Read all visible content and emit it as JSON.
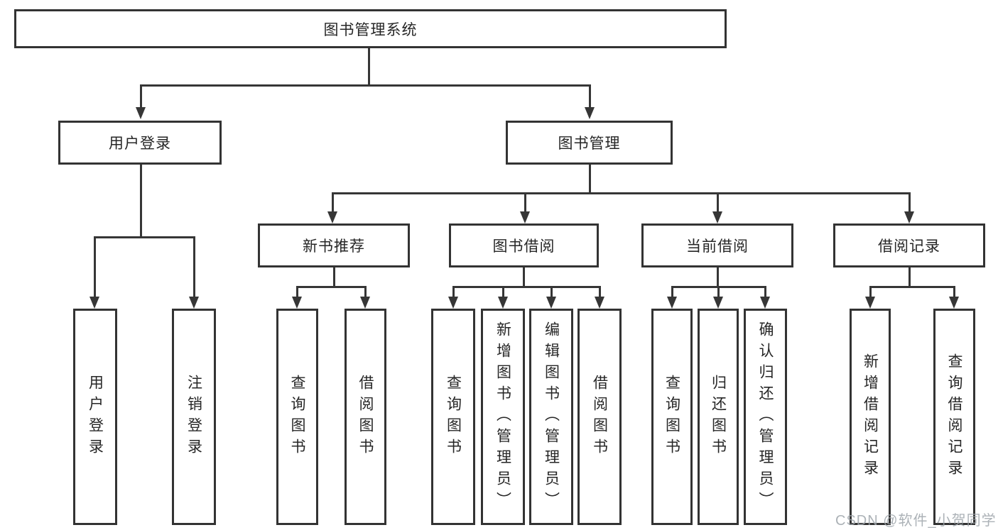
{
  "diagram": {
    "root": {
      "label": "图书管理系统"
    },
    "user_login": {
      "label": "用户登录",
      "children": [
        {
          "label": "用户登录"
        },
        {
          "label": "注销登录"
        }
      ]
    },
    "book_mgmt": {
      "label": "图书管理",
      "groups": [
        {
          "label": "新书推荐",
          "children": [
            {
              "label": "查询图书"
            },
            {
              "label": "借阅图书"
            }
          ]
        },
        {
          "label": "图书借阅",
          "children": [
            {
              "label": "查询图书"
            },
            {
              "label": "新增图书（管理员）"
            },
            {
              "label": "编辑图书（管理员）"
            },
            {
              "label": "借阅图书"
            }
          ]
        },
        {
          "label": "当前借阅",
          "children": [
            {
              "label": "查询图书"
            },
            {
              "label": "归还图书"
            },
            {
              "label": "确认归还（管理员）"
            }
          ]
        },
        {
          "label": "借阅记录",
          "children": [
            {
              "label": "新增借阅记录"
            },
            {
              "label": "查询借阅记录"
            }
          ]
        }
      ]
    }
  },
  "watermark": "CSDN @软件_小贺同学",
  "colors": {
    "line": "#363636",
    "border": "#333333",
    "text": "#262626",
    "watermark": "#9ea4aa",
    "background": "#ffffff"
  }
}
